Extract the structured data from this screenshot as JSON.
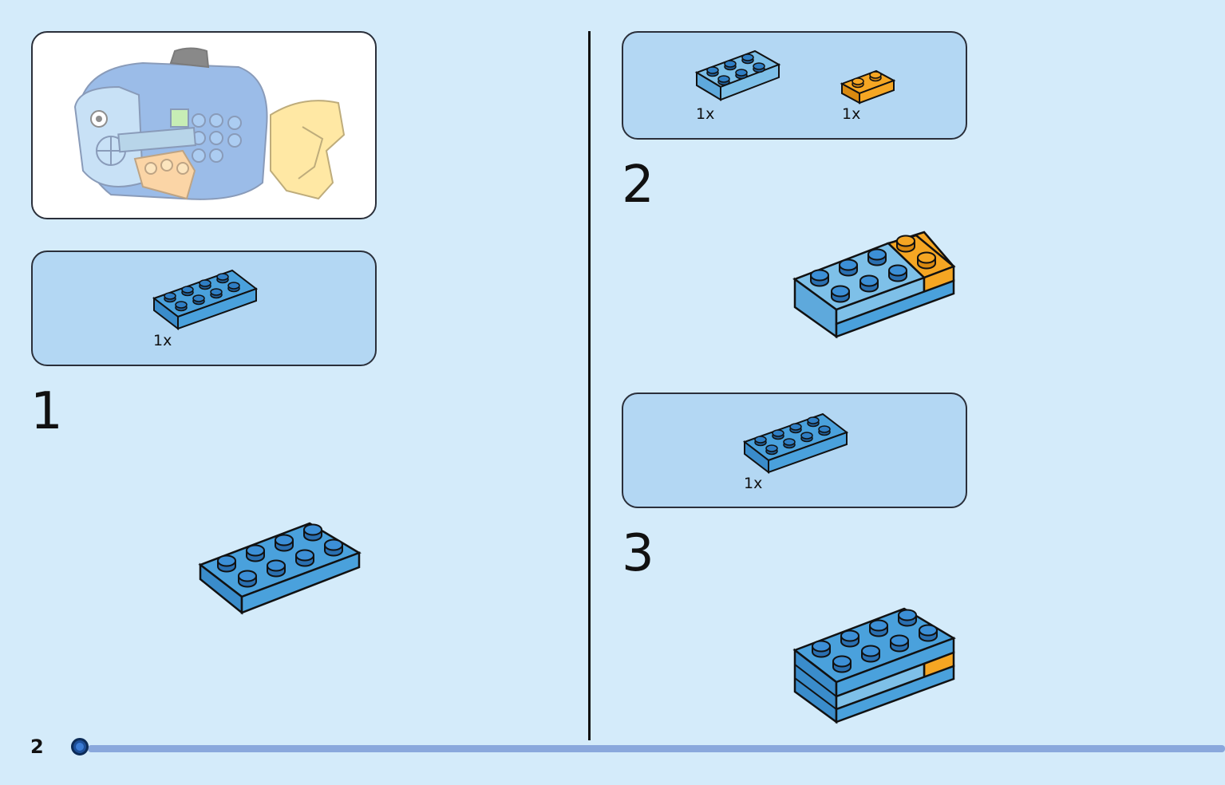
{
  "page": {
    "number": "2",
    "progress": 0.0
  },
  "colors": {
    "background": "#d4ebfa",
    "parts_panel": "#b3d7f3",
    "brick_blue": "#4aa1dc",
    "brick_light_blue": "#7ec0e8",
    "brick_orange": "#f5a623",
    "outline": "#111111",
    "progress_track": "#8aa8dc",
    "progress_dot": "#1d4f99"
  },
  "preview": {
    "icon": "fish-model-preview"
  },
  "steps": [
    {
      "number": "1",
      "parts": [
        {
          "icon": "blue-plate-2x4-icon",
          "quantity": "1x"
        }
      ]
    },
    {
      "number": "2",
      "parts": [
        {
          "icon": "light-blue-plate-2x3-icon",
          "quantity": "1x"
        },
        {
          "icon": "orange-plate-1x2-icon",
          "quantity": "1x"
        }
      ]
    },
    {
      "number": "3",
      "parts": [
        {
          "icon": "blue-plate-2x4-icon",
          "quantity": "1x"
        }
      ]
    }
  ]
}
